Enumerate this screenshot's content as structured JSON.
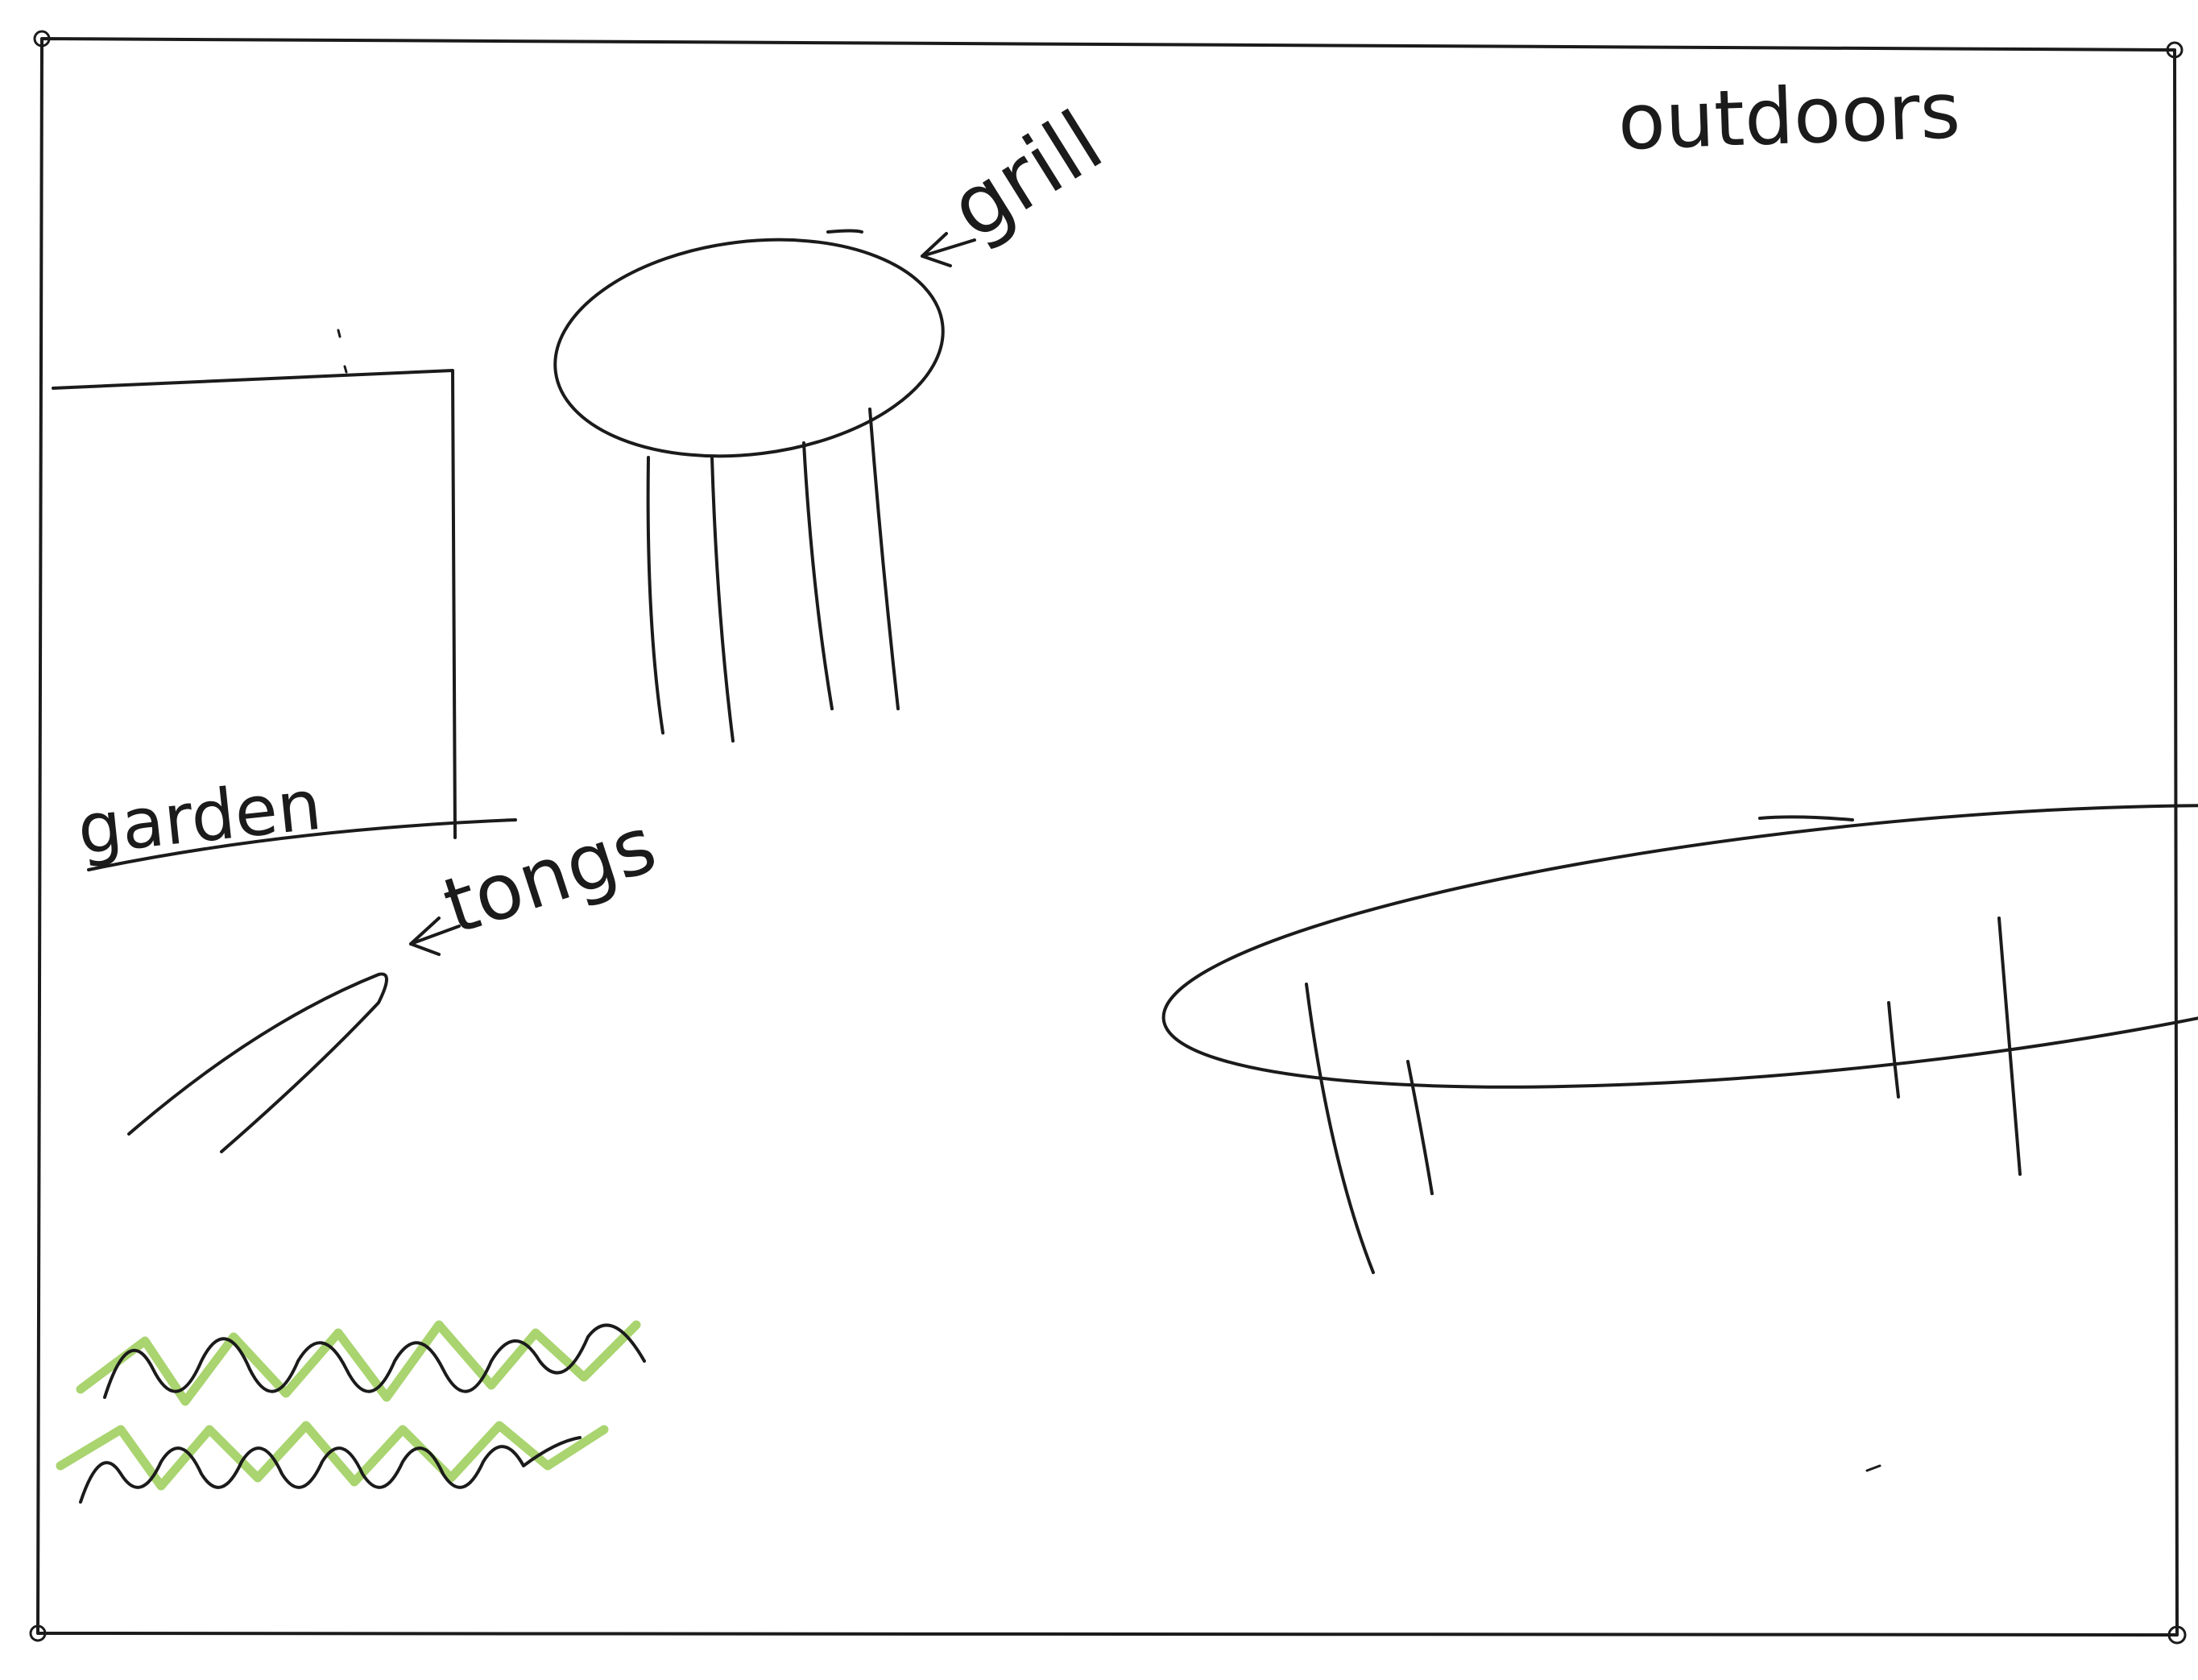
{
  "labels": {
    "outdoors": "outdoors",
    "grill": "grill",
    "garden": "garden",
    "tongs": "tongs"
  },
  "colors": {
    "ink": "#1b1b1b",
    "grass_green": "#8cc63f",
    "paper": "#ffffff"
  }
}
